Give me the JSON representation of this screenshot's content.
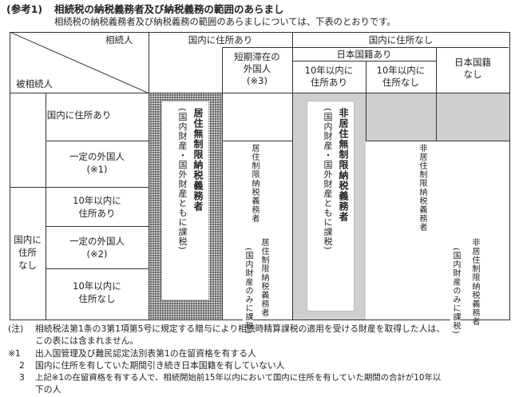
{
  "heading": {
    "label": "(参考1)",
    "title": "相続税の納税義務者及び納税義務の範囲のあらまし",
    "subtitle": "相続税の納税義務者及び納税義務の範囲のあらましについては、下表のとおりです。"
  },
  "table": {
    "corner_top": "相続人",
    "corner_bottom": "被相続人",
    "col_domestic": "国内に住所あり",
    "col_short_stay": [
      "短期滞在の",
      "外国人",
      "(※3)"
    ],
    "col_no_domestic": "国内に住所なし",
    "col_japanese": "日本国籍あり",
    "col_within10": [
      "10年以内に",
      "住所あり"
    ],
    "col_not_within10": [
      "10年以内に",
      "住所なし"
    ],
    "col_no_japanese": [
      "日本国籍",
      "なし"
    ],
    "row_domestic": "国内に住所あり",
    "row_foreigner1": [
      "一定の外国人",
      "(※1)"
    ],
    "row_group_no_domestic": [
      "国内に",
      "住所",
      "なし"
    ],
    "row_within10": [
      "10年以内に",
      "住所あり"
    ],
    "row_foreigner2": [
      "一定の外国人",
      "(※2)"
    ],
    "row_not_within10": [
      "10年以内に",
      "住所なし"
    ],
    "cells": {
      "unlimited_resident": "居住無制限納税義務者",
      "unlimited_resident_scope": "(国内財産・国外財産ともに課税)",
      "limited_resident": "居住制限納税義務者",
      "unlimited_nonresident": "非居住無制限納税義務者",
      "unlimited_nonresident_scope": "(国内財産・国外財産ともに課税)",
      "limited_nonresident": "非居住制限納税義務者",
      "limited_resident2": "居住制限納税義務者",
      "limited_scope": "(国内財産のみに課税)",
      "limited_nonresident2": "非居住制限納税義務者",
      "limited_scope2": "(国内財産のみに課税)"
    }
  },
  "notes": {
    "note_label": "(注)",
    "note_text": "相続税法第1条の3第1項第5号に規定する贈与により相続時精算課税の適用を受ける財産を取得した人は、",
    "note_text2": "この表には含まれません。",
    "items": [
      {
        "mark": "※1",
        "text": "出入国管理及び難民認定法別表第1の在留資格を有する人"
      },
      {
        "mark": "2",
        "text": "国内に住所を有していた期間引き続き日本国籍を有していない人"
      },
      {
        "mark": "3",
        "text": "上記※1の在留資格を有する人で、相続開始前15年以内において国内に住所を有していた期間の合計が10年以"
      }
    ],
    "last_line": "下の人"
  }
}
